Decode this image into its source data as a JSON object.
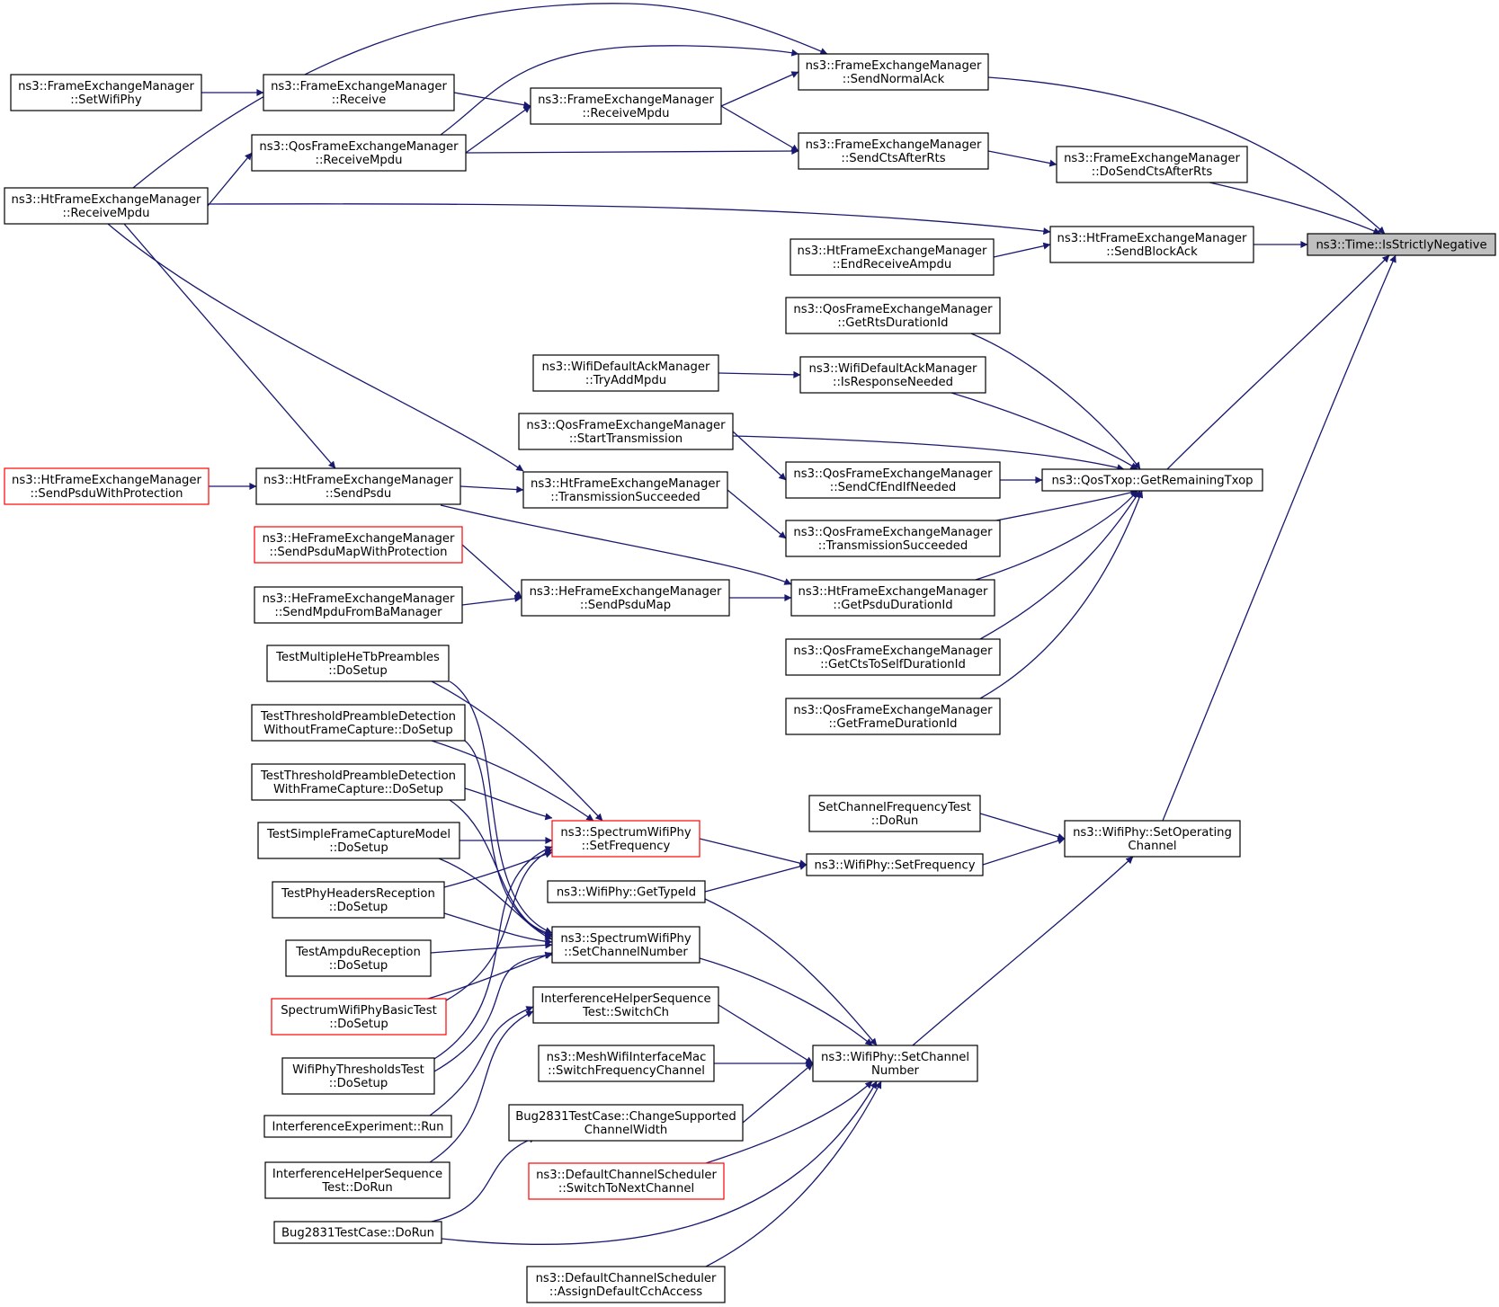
{
  "diagram": {
    "colors": {
      "edge": "#191970",
      "border": "#000000",
      "border_truncated": "#ff0000",
      "root_fill": "#bfbfbf",
      "node_fill": "#ffffff",
      "text": "#000000"
    },
    "root": "time_isnegative",
    "nodes": {
      "time_isnegative": {
        "lines": [
          "ns3::Time::IsStrictlyNegative"
        ],
        "truncated": false
      },
      "fem_sendnormalack": {
        "lines": [
          "ns3::FrameExchangeManager",
          "::SendNormalAck"
        ],
        "truncated": false
      },
      "fem_senddctsafterrts": {
        "lines": [
          "ns3::FrameExchangeManager",
          "::DoSendCtsAfterRts"
        ],
        "truncated": false
      },
      "htfem_sendblockack": {
        "lines": [
          "ns3::HtFrameExchangeManager",
          "::SendBlockAck"
        ],
        "truncated": false
      },
      "qostxop_getremainingtxop": {
        "lines": [
          "ns3::QosTxop::GetRemainingTxop"
        ],
        "truncated": false
      },
      "wifiphy_setoperatingchannel": {
        "lines": [
          "ns3::WifiPhy::SetOperating",
          "Channel"
        ],
        "truncated": false
      },
      "fem_setwifiphy": {
        "lines": [
          "ns3::FrameExchangeManager",
          "::SetWifiPhy"
        ],
        "truncated": false
      },
      "fem_receive": {
        "lines": [
          "ns3::FrameExchangeManager",
          "::Receive"
        ],
        "truncated": false
      },
      "fem_receivempdu": {
        "lines": [
          "ns3::FrameExchangeManager",
          "::ReceiveMpdu"
        ],
        "truncated": false
      },
      "qosfem_receivempdu": {
        "lines": [
          "ns3::QosFrameExchangeManager",
          "::ReceiveMpdu"
        ],
        "truncated": false
      },
      "fem_sendctsafterrts": {
        "lines": [
          "ns3::FrameExchangeManager",
          "::SendCtsAfterRts"
        ],
        "truncated": false
      },
      "htfem_receivempdu": {
        "lines": [
          "ns3::HtFrameExchangeManager",
          "::ReceiveMpdu"
        ],
        "truncated": false
      },
      "htfem_endreceiveampdu": {
        "lines": [
          "ns3::HtFrameExchangeManager",
          "::EndReceiveAmpdu"
        ],
        "truncated": false
      },
      "qosfem_getrtsdurationid": {
        "lines": [
          "ns3::QosFrameExchangeManager",
          "::GetRtsDurationId"
        ],
        "truncated": false
      },
      "wdam_tryaddmpdu": {
        "lines": [
          "ns3::WifiDefaultAckManager",
          "::TryAddMpdu"
        ],
        "truncated": false
      },
      "wdam_isresponseneeded": {
        "lines": [
          "ns3::WifiDefaultAckManager",
          "::IsResponseNeeded"
        ],
        "truncated": false
      },
      "qosfem_starttransmission": {
        "lines": [
          "ns3::QosFrameExchangeManager",
          "::StartTransmission"
        ],
        "truncated": false
      },
      "qosfem_sendcfendifneeded": {
        "lines": [
          "ns3::QosFrameExchangeManager",
          "::SendCfEndIfNeeded"
        ],
        "truncated": false
      },
      "htfem_sendpsduwithprotection": {
        "lines": [
          "ns3::HtFrameExchangeManager",
          "::SendPsduWithProtection"
        ],
        "truncated": true
      },
      "htfem_sendpsdu": {
        "lines": [
          "ns3::HtFrameExchangeManager",
          "::SendPsdu"
        ],
        "truncated": false
      },
      "htfem_transmissionsucceeded": {
        "lines": [
          "ns3::HtFrameExchangeManager",
          "::TransmissionSucceeded"
        ],
        "truncated": false
      },
      "qosfem_transmissionsucceeded": {
        "lines": [
          "ns3::QosFrameExchangeManager",
          "::TransmissionSucceeded"
        ],
        "truncated": false
      },
      "hefem_sendpsdumapwithprotection": {
        "lines": [
          "ns3::HeFrameExchangeManager",
          "::SendPsduMapWithProtection"
        ],
        "truncated": true
      },
      "hefem_sendmpdufrombamanager": {
        "lines": [
          "ns3::HeFrameExchangeManager",
          "::SendMpduFromBaManager"
        ],
        "truncated": false
      },
      "hefem_sendpsdumap": {
        "lines": [
          "ns3::HeFrameExchangeManager",
          "::SendPsduMap"
        ],
        "truncated": false
      },
      "htfem_getpsdudurationid": {
        "lines": [
          "ns3::HtFrameExchangeManager",
          "::GetPsduDurationId"
        ],
        "truncated": false
      },
      "qosfem_getctstoselfdurationid": {
        "lines": [
          "ns3::QosFrameExchangeManager",
          "::GetCtsToSelfDurationId"
        ],
        "truncated": false
      },
      "qosfem_getframedurationid": {
        "lines": [
          "ns3::QosFrameExchangeManager",
          "::GetFrameDurationId"
        ],
        "truncated": false
      },
      "testmultiplehetbpreambles": {
        "lines": [
          "TestMultipleHeTbPreambles",
          "::DoSetup"
        ],
        "truncated": false
      },
      "testthresholdwithout": {
        "lines": [
          "TestThresholdPreambleDetection",
          "WithoutFrameCapture::DoSetup"
        ],
        "truncated": false
      },
      "testthresholdwith": {
        "lines": [
          "TestThresholdPreambleDetection",
          "WithFrameCapture::DoSetup"
        ],
        "truncated": false
      },
      "testsimpleframecapture": {
        "lines": [
          "TestSimpleFrameCaptureModel",
          "::DoSetup"
        ],
        "truncated": false
      },
      "testphyheadersreception": {
        "lines": [
          "TestPhyHeadersReception",
          "::DoSetup"
        ],
        "truncated": false
      },
      "testampdureception": {
        "lines": [
          "TestAmpduReception",
          "::DoSetup"
        ],
        "truncated": false
      },
      "spectrumwifiphybasictest": {
        "lines": [
          "SpectrumWifiPhyBasicTest",
          "::DoSetup"
        ],
        "truncated": true
      },
      "wifiphythresholdstest": {
        "lines": [
          "WifiPhyThresholdsTest",
          "::DoSetup"
        ],
        "truncated": false
      },
      "interferenceexperiment_run": {
        "lines": [
          "InterferenceExperiment::Run"
        ],
        "truncated": false
      },
      "interferencehelperseq_dorun": {
        "lines": [
          "InterferenceHelperSequence",
          "Test::DoRun"
        ],
        "truncated": false
      },
      "bug2831_dorun": {
        "lines": [
          "Bug2831TestCase::DoRun"
        ],
        "truncated": false
      },
      "spectrumwifiphy_setfrequency": {
        "lines": [
          "ns3::SpectrumWifiPhy",
          "::SetFrequency"
        ],
        "truncated": true
      },
      "wifiphy_gettypeid": {
        "lines": [
          "ns3::WifiPhy::GetTypeId"
        ],
        "truncated": false
      },
      "spectrumwifiphy_setchannelnumber": {
        "lines": [
          "ns3::SpectrumWifiPhy",
          "::SetChannelNumber"
        ],
        "truncated": false
      },
      "interferencehelperseq_switchch": {
        "lines": [
          "InterferenceHelperSequence",
          "Test::SwitchCh"
        ],
        "truncated": false
      },
      "meshwifiinterfacemac_switch": {
        "lines": [
          "ns3::MeshWifiInterfaceMac",
          "::SwitchFrequencyChannel"
        ],
        "truncated": false
      },
      "bug2831_changesupported": {
        "lines": [
          "Bug2831TestCase::ChangeSupported",
          "ChannelWidth"
        ],
        "truncated": false
      },
      "defaultchannelscheduler_switch": {
        "lines": [
          "ns3::DefaultChannelScheduler",
          "::SwitchToNextChannel"
        ],
        "truncated": true
      },
      "defaultchannelscheduler_assign": {
        "lines": [
          "ns3::DefaultChannelScheduler",
          "::AssignDefaultCchAccess"
        ],
        "truncated": false
      },
      "setchannelfrequencytest_dorun": {
        "lines": [
          "SetChannelFrequencyTest",
          "::DoRun"
        ],
        "truncated": false
      },
      "wifiphy_setfrequency": {
        "lines": [
          "ns3::WifiPhy::SetFrequency"
        ],
        "truncated": false
      },
      "wifiphy_setchannelnumber": {
        "lines": [
          "ns3::WifiPhy::SetChannel",
          "Number"
        ],
        "truncated": false
      }
    },
    "edges": [
      {
        "from": "fem_sendnormalack",
        "to": "time_isnegative"
      },
      {
        "from": "fem_senddctsafterrts",
        "to": "time_isnegative"
      },
      {
        "from": "htfem_sendblockack",
        "to": "time_isnegative"
      },
      {
        "from": "qostxop_getremainingtxop",
        "to": "time_isnegative"
      },
      {
        "from": "wifiphy_setoperatingchannel",
        "to": "time_isnegative"
      },
      {
        "from": "htfem_receivempdu",
        "to": "fem_sendnormalack"
      },
      {
        "from": "fem_receivempdu",
        "to": "fem_sendnormalack"
      },
      {
        "from": "qosfem_receivempdu",
        "to": "fem_sendnormalack"
      },
      {
        "from": "fem_setwifiphy",
        "to": "fem_receive"
      },
      {
        "from": "fem_receive",
        "to": "fem_receivempdu"
      },
      {
        "from": "qosfem_receivempdu",
        "to": "fem_receivempdu"
      },
      {
        "from": "htfem_receivempdu",
        "to": "qosfem_receivempdu"
      },
      {
        "from": "fem_receivempdu",
        "to": "fem_sendctsafterrts"
      },
      {
        "from": "qosfem_receivempdu",
        "to": "fem_sendctsafterrts"
      },
      {
        "from": "fem_sendctsafterrts",
        "to": "fem_senddctsafterrts"
      },
      {
        "from": "htfem_receivempdu",
        "to": "htfem_sendblockack"
      },
      {
        "from": "htfem_endreceiveampdu",
        "to": "htfem_sendblockack"
      },
      {
        "from": "qosfem_getrtsdurationid",
        "to": "qostxop_getremainingtxop"
      },
      {
        "from": "wdam_isresponseneeded",
        "to": "qostxop_getremainingtxop"
      },
      {
        "from": "wdam_tryaddmpdu",
        "to": "wdam_isresponseneeded"
      },
      {
        "from": "qosfem_starttransmission",
        "to": "qostxop_getremainingtxop"
      },
      {
        "from": "qosfem_sendcfendifneeded",
        "to": "qostxop_getremainingtxop"
      },
      {
        "from": "qosfem_starttransmission",
        "to": "qosfem_sendcfendifneeded"
      },
      {
        "from": "qosfem_transmissionsucceeded",
        "to": "qostxop_getremainingtxop"
      },
      {
        "from": "htfem_transmissionsucceeded",
        "to": "qosfem_transmissionsucceeded"
      },
      {
        "from": "htfem_getpsdudurationid",
        "to": "qostxop_getremainingtxop"
      },
      {
        "from": "qosfem_getctstoselfdurationid",
        "to": "qostxop_getremainingtxop"
      },
      {
        "from": "qosfem_getframedurationid",
        "to": "qostxop_getremainingtxop"
      },
      {
        "from": "htfem_receivempdu",
        "to": "htfem_sendpsdu"
      },
      {
        "from": "htfem_sendpsduwithprotection",
        "to": "htfem_sendpsdu"
      },
      {
        "from": "htfem_sendpsdu",
        "to": "htfem_transmissionsucceeded"
      },
      {
        "from": "htfem_receivempdu",
        "to": "htfem_transmissionsucceeded"
      },
      {
        "from": "htfem_sendpsdu",
        "to": "htfem_getpsdudurationid"
      },
      {
        "from": "hefem_sendpsdumapwithprotection",
        "to": "hefem_sendpsdumap"
      },
      {
        "from": "hefem_sendmpdufrombamanager",
        "to": "hefem_sendpsdumap"
      },
      {
        "from": "hefem_sendpsdumap",
        "to": "htfem_getpsdudurationid"
      },
      {
        "from": "setchannelfrequencytest_dorun",
        "to": "wifiphy_setoperatingchannel"
      },
      {
        "from": "wifiphy_setfrequency",
        "to": "wifiphy_setoperatingchannel"
      },
      {
        "from": "wifiphy_setchannelnumber",
        "to": "wifiphy_setoperatingchannel"
      },
      {
        "from": "spectrumwifiphy_setfrequency",
        "to": "wifiphy_setfrequency"
      },
      {
        "from": "wifiphy_gettypeid",
        "to": "wifiphy_setfrequency"
      },
      {
        "from": "testmultiplehetbpreambles",
        "to": "spectrumwifiphy_setfrequency"
      },
      {
        "from": "testthresholdwithout",
        "to": "spectrumwifiphy_setfrequency"
      },
      {
        "from": "testthresholdwith",
        "to": "spectrumwifiphy_setfrequency"
      },
      {
        "from": "testsimpleframecapture",
        "to": "spectrumwifiphy_setfrequency"
      },
      {
        "from": "testphyheadersreception",
        "to": "spectrumwifiphy_setfrequency"
      },
      {
        "from": "spectrumwifiphybasictest",
        "to": "spectrumwifiphy_setfrequency"
      },
      {
        "from": "wifiphythresholdstest",
        "to": "spectrumwifiphy_setfrequency"
      },
      {
        "from": "testmultiplehetbpreambles",
        "to": "spectrumwifiphy_setchannelnumber"
      },
      {
        "from": "testthresholdwithout",
        "to": "spectrumwifiphy_setchannelnumber"
      },
      {
        "from": "testthresholdwith",
        "to": "spectrumwifiphy_setchannelnumber"
      },
      {
        "from": "testsimpleframecapture",
        "to": "spectrumwifiphy_setchannelnumber"
      },
      {
        "from": "testphyheadersreception",
        "to": "spectrumwifiphy_setchannelnumber"
      },
      {
        "from": "testampdureception",
        "to": "spectrumwifiphy_setchannelnumber"
      },
      {
        "from": "spectrumwifiphybasictest",
        "to": "spectrumwifiphy_setchannelnumber"
      },
      {
        "from": "wifiphythresholdstest",
        "to": "spectrumwifiphy_setchannelnumber"
      },
      {
        "from": "wifiphy_gettypeid",
        "to": "wifiphy_setchannelnumber"
      },
      {
        "from": "spectrumwifiphy_setchannelnumber",
        "to": "wifiphy_setchannelnumber"
      },
      {
        "from": "interferencehelperseq_switchch",
        "to": "wifiphy_setchannelnumber"
      },
      {
        "from": "interferenceexperiment_run",
        "to": "interferencehelperseq_switchch"
      },
      {
        "from": "interferencehelperseq_dorun",
        "to": "interferencehelperseq_switchch"
      },
      {
        "from": "meshwifiinterfacemac_switch",
        "to": "wifiphy_setchannelnumber"
      },
      {
        "from": "bug2831_changesupported",
        "to": "wifiphy_setchannelnumber"
      },
      {
        "from": "bug2831_dorun",
        "to": "bug2831_changesupported"
      },
      {
        "from": "defaultchannelscheduler_switch",
        "to": "wifiphy_setchannelnumber"
      },
      {
        "from": "bug2831_dorun",
        "to": "wifiphy_setchannelnumber"
      },
      {
        "from": "defaultchannelscheduler_assign",
        "to": "wifiphy_setchannelnumber"
      }
    ]
  }
}
